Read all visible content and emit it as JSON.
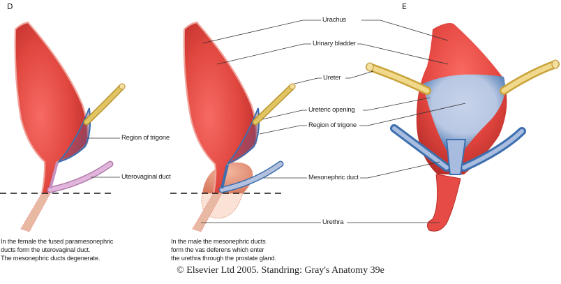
{
  "panels": {
    "female": {
      "letter": "D"
    },
    "male": {
      "letter": ""
    },
    "adult": {
      "letter": "E"
    }
  },
  "labels": {
    "urachus": "Urachus",
    "urinary_bladder": "Urinary bladder",
    "ureter": "Ureter",
    "ureteric_opening": "Ureteric opening",
    "region_of_trigone_center": "Region of trigone",
    "region_of_trigone_female": "Region of trigone",
    "uterovaginal_duct": "Uterovaginal duct",
    "mesonephric_duct": "Mesonephric duct",
    "urethra": "Urethra"
  },
  "captions": {
    "female": [
      "In the female the fused paramesonephric",
      "ducts form the uterovaginal duct.",
      "The mesonephric ducts degenerate."
    ],
    "male": [
      "In the male the mesonephric ducts",
      "form the vas deferens which enter",
      "the urethra through the prostate gland."
    ]
  },
  "credit": "© Elsevier Ltd 2005. Standring: Gray's Anatomy 39e",
  "colors": {
    "bladder_red": "#d8403c",
    "bladder_highlight": "#f26762",
    "bladder_wall": "#f2a39a",
    "trigone_blue": "#3d6fae",
    "trigone_light": "#bccbe4",
    "ureter_yellow": "#e8cf7c",
    "ureter_dark": "#c9a83a",
    "uterovaginal_pink": "#d9a6d3",
    "prostate_peach": "#f5c6b0",
    "mesonephric_blue": "#a9b8d8"
  }
}
